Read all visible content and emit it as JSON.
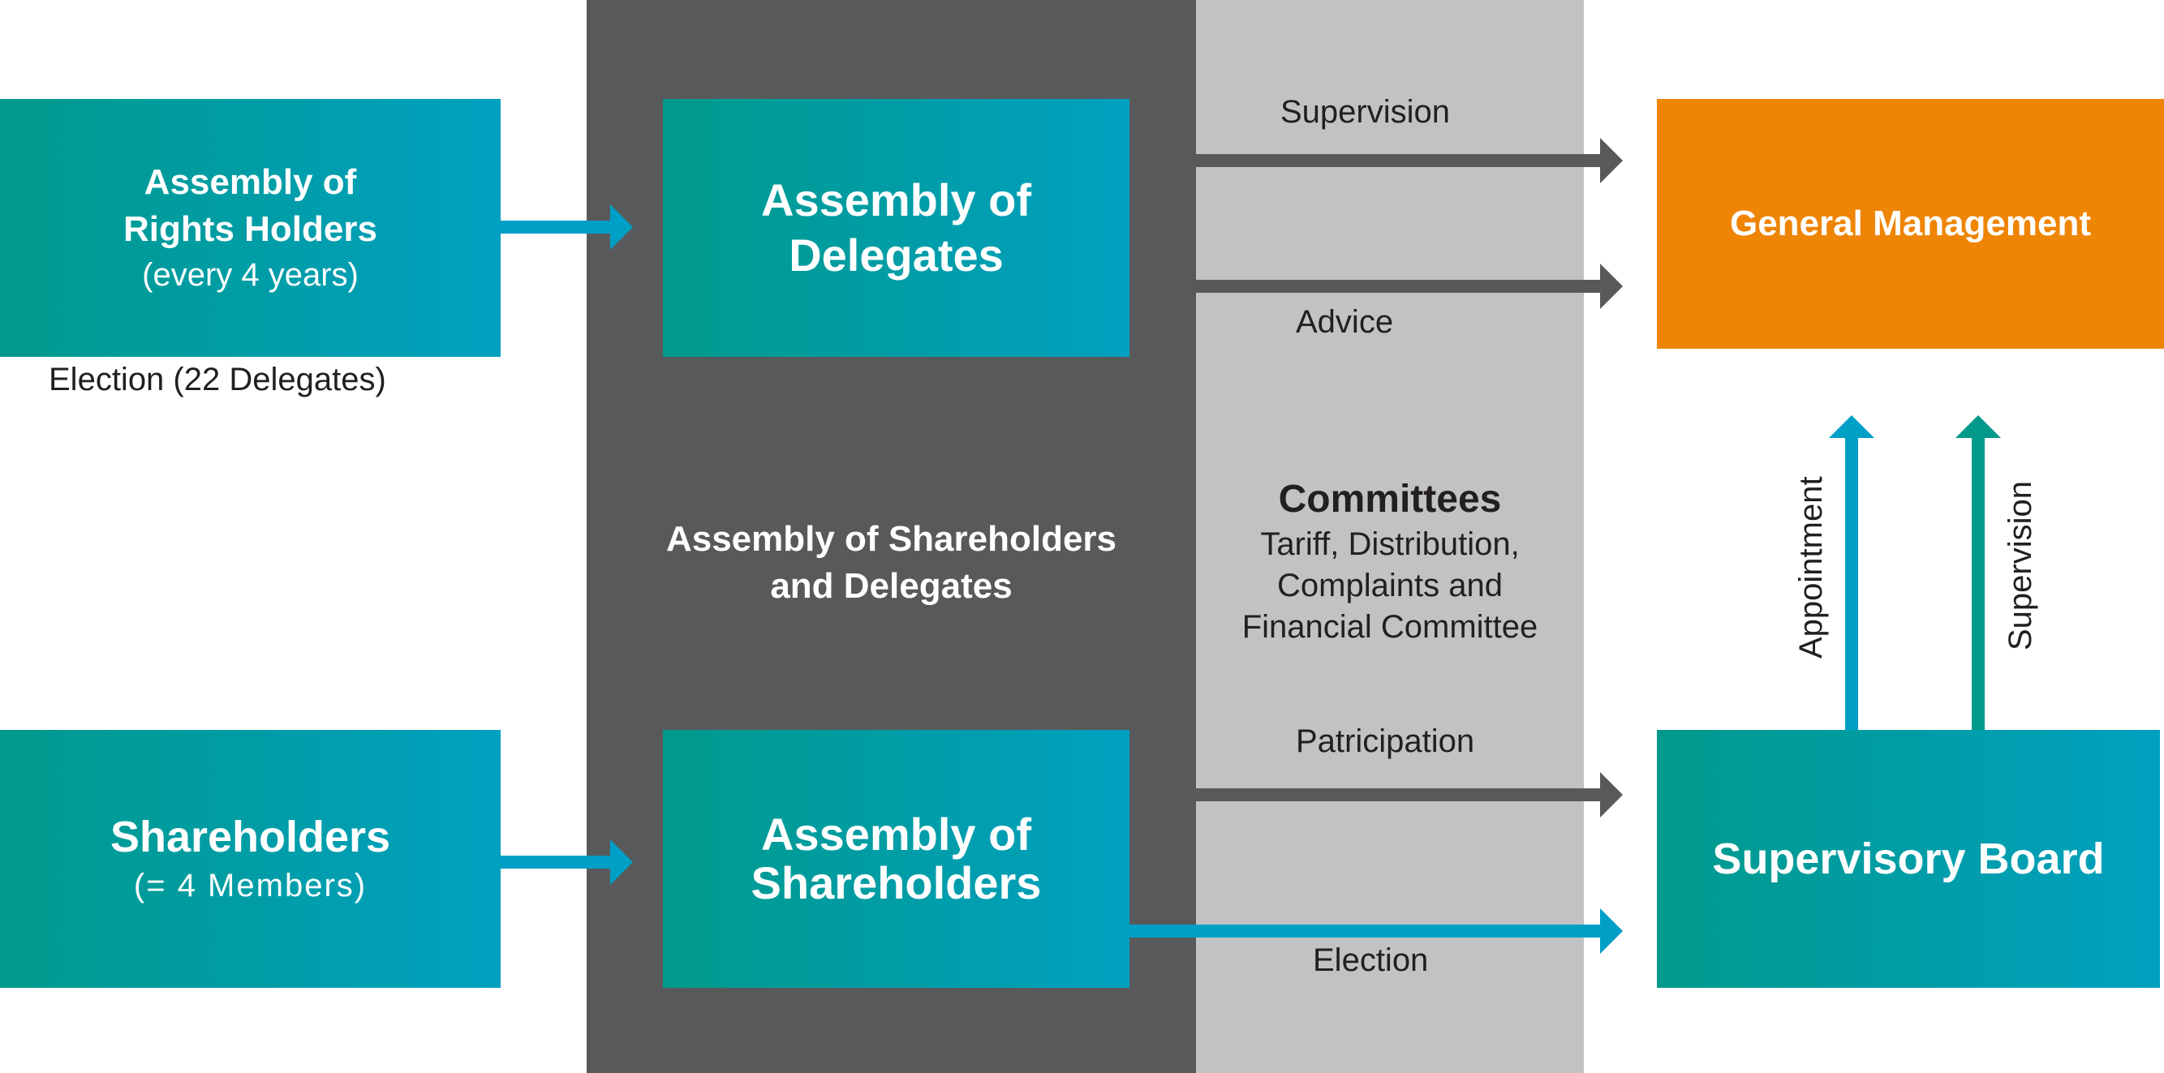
{
  "boxes": {
    "rights_holders": {
      "line1": "Assembly of",
      "line2": "Rights Holders",
      "sub": "(every 4 years)"
    },
    "shareholders": {
      "line1": "Shareholders",
      "sub": "(= 4 Members)"
    },
    "delegates": {
      "line1": "Assembly of",
      "line2": "Delegates"
    },
    "assembly_shareholders": {
      "line1": "Assembly of",
      "line2": "Shareholders"
    },
    "general_management": {
      "label": "General Management"
    },
    "supervisory_board": {
      "label": "Supervisory Board"
    }
  },
  "center": {
    "line1": "Assembly of Shareholders",
    "line2": "and Delegates"
  },
  "committees": {
    "title": "Committees",
    "line1": "Tariff, Distribution,",
    "line2": "Complaints and",
    "line3": "Financial Committee"
  },
  "labels": {
    "election_delegates": "Election (22 Delegates)",
    "supervision_top": "Supervision",
    "advice": "Advice",
    "participation": "Patricipation",
    "election_bottom": "Election",
    "appointment": "Appointment",
    "supervision_vertical": "Supervision"
  },
  "colors": {
    "dark_band": "#58595b",
    "light_band": "#c1c2c4",
    "teal": "#009a8c",
    "blue": "#00a0c0",
    "orange": "#ef8505",
    "arrow_dark": "#58595b",
    "arrow_blue": "#009fc6",
    "arrow_teal": "#00998a"
  }
}
